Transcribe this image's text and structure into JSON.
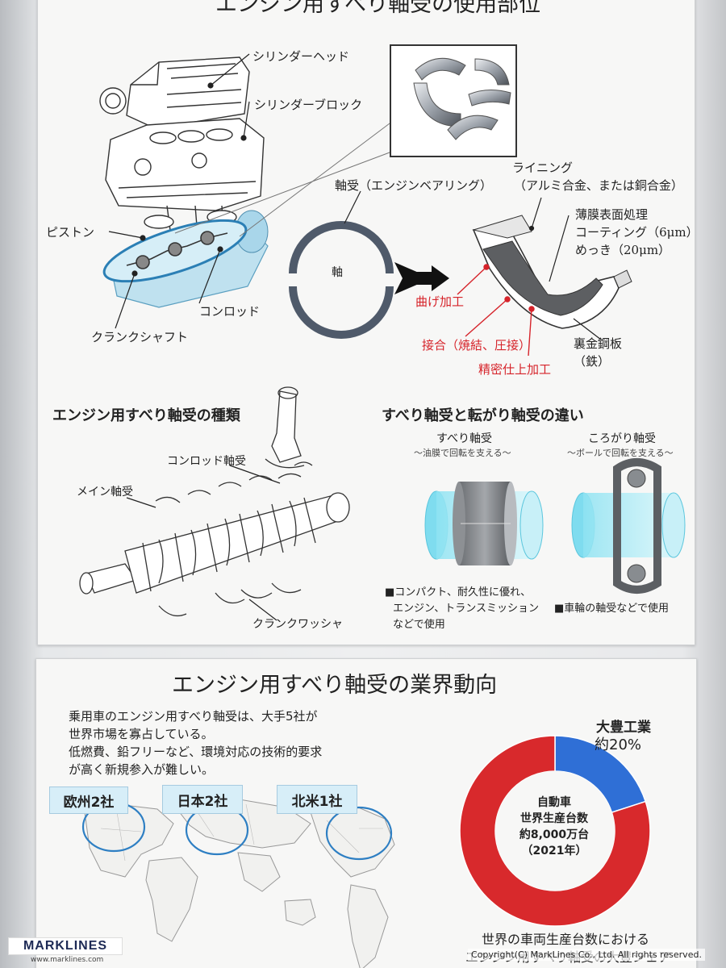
{
  "top_section": {
    "title": "エンジン用すべり軸受の使用部位",
    "engine_labels": {
      "cylinder_head": "シリンダーヘッド",
      "cylinder_block": "シリンダーブロック",
      "piston": "ピストン",
      "conrod": "コンロッド",
      "crankshaft": "クランクシャフト"
    },
    "bearing_diagram": {
      "bearing_label": "軸受（エンジンベアリング）",
      "shaft_label": "軸",
      "lining_label": "ライニング",
      "lining_material": "（アルミ合金、または銅合金）",
      "thin_film_label": "薄膜表面処理",
      "coating_label": "コーティング（6μm）",
      "plating_label": "めっき（20μm）",
      "bending_label": "曲げ加工",
      "bonding_label": "接合（焼結、圧接）",
      "precision_label": "精密仕上加工",
      "backing_label": "裏金鋼板",
      "backing_material": "（鉄）"
    }
  },
  "types_section": {
    "heading": "エンジン用すべり軸受の種類",
    "conrod_bearing": "コンロッド軸受",
    "main_bearing": "メイン軸受",
    "crank_washer": "クランクワッシャ"
  },
  "difference_section": {
    "heading": "すべり軸受と転がり軸受の違い",
    "plain": {
      "title": "すべり軸受",
      "subtitle": "〜油膜で回転を支える〜",
      "note_line1": "■コンパクト、耐久性に優れ、",
      "note_line2": "エンジン、トランスミッション",
      "note_line3": "などで使用"
    },
    "rolling": {
      "title": "ころがり軸受",
      "subtitle": "〜ボールで回転を支える〜",
      "note": "■車輪の軸受などで使用"
    }
  },
  "industry_section": {
    "title": "エンジン用すべり軸受の業界動向",
    "paragraph_lines": [
      "乗用車のエンジン用すべり軸受は、大手5社が",
      "世界市場を寡占している。",
      "低燃費、鉛フリーなど、環境対応の技術的要求",
      "が高く新規参入が難しい。"
    ],
    "regions": [
      {
        "label": "欧州2社"
      },
      {
        "label": "日本2社"
      },
      {
        "label": "北米1社"
      }
    ],
    "pie": {
      "highlight_name": "大豊工業",
      "highlight_share": "約20%",
      "center_line1": "自動車",
      "center_line2": "世界生産台数",
      "center_line3": "約8,000万台",
      "center_line4": "（2021年）",
      "caption_line1": "世界の車両生産台数における",
      "caption_line2": "エンジン用すべり軸受の大豊シェア",
      "colors": {
        "highlight": "#2f6fd6",
        "rest": "#d8292c"
      }
    }
  },
  "chart_data": {
    "type": "pie",
    "categories": [
      "大豊工業",
      ""
    ],
    "values": [
      20,
      80
    ],
    "title": "",
    "legend": "none"
  },
  "footer": {
    "logo": "MARKLINES",
    "url": "www.marklines.com",
    "copyright": "Copyright(C) MarkLines Co., Ltd. All rights reserved."
  }
}
